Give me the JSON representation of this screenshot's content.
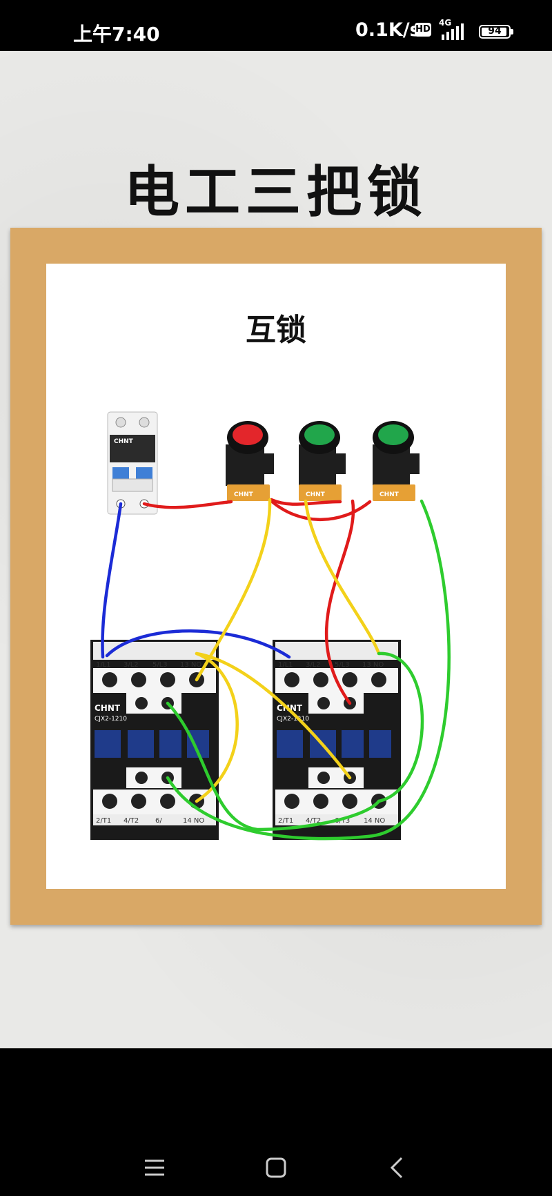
{
  "status_bar": {
    "time": "上午7:40",
    "net_speed": "0.1K/s",
    "hd": "HD",
    "network": "4G",
    "battery": "94",
    "battery_level": 0.94
  },
  "poster": {
    "title": "电工三把锁",
    "subtitle": "互锁"
  },
  "diagram": {
    "breaker_brand": "CHNT",
    "contactor_brand": "CHNT",
    "contactor_model": "CJX2-1210",
    "button_label": "CHNT",
    "top_terminals": [
      "1/L1",
      "3/L2",
      "5/L3",
      "13 NO"
    ],
    "bottom_terminals": [
      "2/T1",
      "4/T2",
      "6/T3",
      "14 NO"
    ],
    "bottom_terminals_left": [
      "2/T1",
      "4/T2",
      "6/",
      "14 NO"
    ],
    "buttons": [
      {
        "color": "#e3262b"
      },
      {
        "color": "#21a64b"
      },
      {
        "color": "#21a64b"
      }
    ],
    "wire_colors": {
      "blue": "#1b2bd6",
      "red": "#e01b1b",
      "yellow": "#f3d11a",
      "green": "#2ecc2e"
    }
  },
  "nav_bar": {
    "buttons": [
      "menu-icon",
      "home-icon",
      "back-icon"
    ]
  }
}
